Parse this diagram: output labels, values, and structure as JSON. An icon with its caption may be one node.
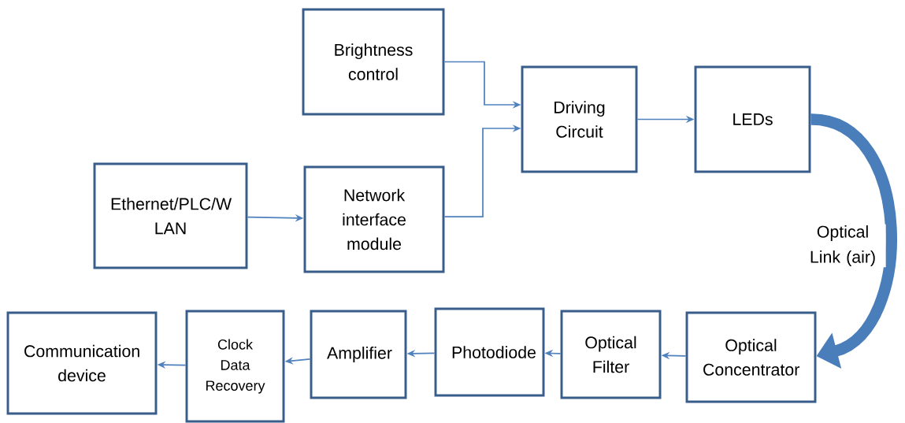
{
  "diagram": {
    "nodes": [
      {
        "text": [
          "Brightness control"
        ]
      },
      {
        "text": [
          "Driving Circuit"
        ]
      },
      {
        "text": [
          "LEDs"
        ]
      },
      {
        "text": [
          "Ethernet/PLC/W LAN"
        ]
      },
      {
        "text": [
          "Network interface module"
        ]
      },
      {
        "text": [
          "Communication device"
        ]
      },
      {
        "text": [
          "Clock Data Recovery"
        ]
      },
      {
        "text": [
          "Amplifier"
        ]
      },
      {
        "text": [
          "Photodiode"
        ]
      },
      {
        "text": [
          "Optical Filter"
        ]
      },
      {
        "text": [
          "Optical Concentrator"
        ]
      }
    ],
    "edges": [
      {
        "from": 0,
        "to": 1,
        "arrow": "to"
      },
      {
        "from": 4,
        "to": 1,
        "arrow": "to"
      },
      {
        "from": 3,
        "to": 4,
        "arrow": "to"
      },
      {
        "from": 1,
        "to": 2,
        "arrow": "to"
      },
      {
        "from": 2,
        "to": 10,
        "arrow": "to",
        "style": "thick",
        "label": "Optical Link (air)"
      },
      {
        "from": 10,
        "to": 9,
        "arrow": "to"
      },
      {
        "from": 9,
        "to": 8,
        "arrow": "to"
      },
      {
        "from": 8,
        "to": 7,
        "arrow": "to"
      },
      {
        "from": 7,
        "to": 6,
        "arrow": "to"
      },
      {
        "from": 6,
        "to": 5,
        "arrow": "to"
      }
    ]
  }
}
